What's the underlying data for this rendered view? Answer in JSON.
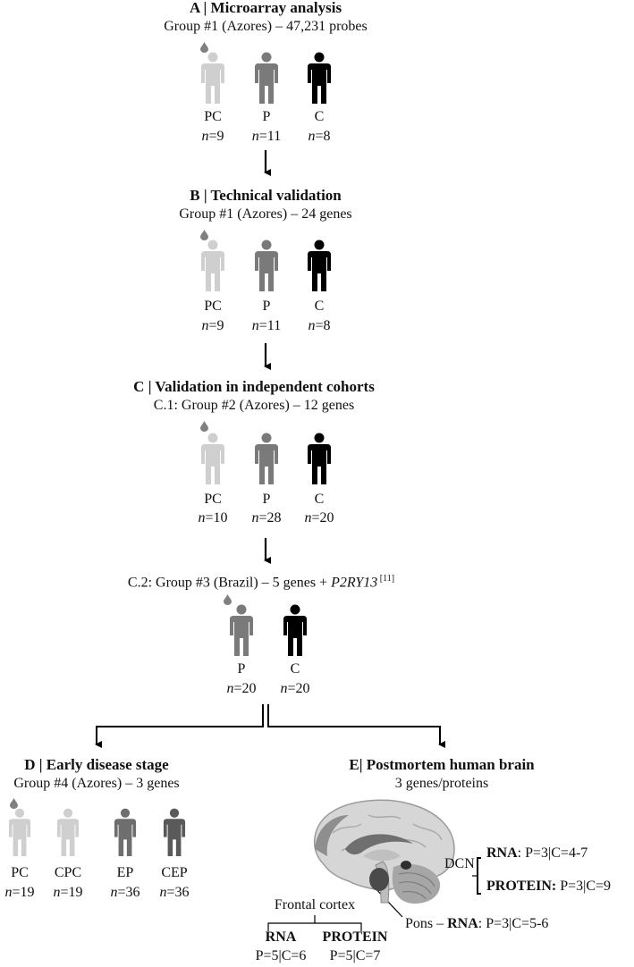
{
  "colors": {
    "pc": "#cfcfcf",
    "p": "#7a7a7a",
    "c": "#000000",
    "ep": "#6e6e6e",
    "cep": "#5a5a5a",
    "drop": "#808080"
  },
  "sectionA": {
    "title": "A | Microarray analysis",
    "subtitle": "Group #1 (Azores) – 47,231 probes",
    "groups": [
      {
        "label": "PC",
        "n": "=9"
      },
      {
        "label": "P",
        "n": "=11"
      },
      {
        "label": "C",
        "n": "=8"
      }
    ]
  },
  "sectionB": {
    "title": "B | Technical validation",
    "subtitle": "Group #1 (Azores) – 24 genes",
    "groups": [
      {
        "label": "PC",
        "n": "=9"
      },
      {
        "label": "P",
        "n": "=11"
      },
      {
        "label": "C",
        "n": "=8"
      }
    ]
  },
  "sectionC": {
    "title": "C | Validation in independent cohorts",
    "subtitle": "C.1: Group #2 (Azores) – 12 genes",
    "groups": [
      {
        "label": "PC",
        "n": "=10"
      },
      {
        "label": "P",
        "n": "=28"
      },
      {
        "label": "C",
        "n": "=20"
      }
    ]
  },
  "sectionC2": {
    "subtitle_prefix": "C.2: Group #3 (Brazil) – 5 genes + ",
    "gene": "P2RY13",
    "ref": " [11]",
    "groups": [
      {
        "label": "P",
        "n": "=20"
      },
      {
        "label": "C",
        "n": "=20"
      }
    ]
  },
  "sectionD": {
    "title": "D | Early disease stage",
    "subtitle": "Group #4 (Azores) – 3 genes",
    "groups": [
      {
        "label": "PC",
        "n": "=19"
      },
      {
        "label": "CPC",
        "n": "=19"
      },
      {
        "label": "EP",
        "n": "=36"
      },
      {
        "label": "CEP",
        "n": "=36"
      }
    ]
  },
  "sectionE": {
    "title": "E| Postmortem human brain",
    "subtitle": "3 genes/proteins",
    "dcn": "DCN",
    "dcn_rna_label": "RNA",
    "dcn_rna_value": ": P=3|C=4-7",
    "dcn_protein_label": "PROTEIN:",
    "dcn_protein_value": " P=3|C=9",
    "frontal": "Frontal cortex",
    "pons_prefix": "Pons – ",
    "pons_rna_label": "RNA",
    "pons_rna_value": ": P=3|C=5-6",
    "fc_rna_label": "RNA",
    "fc_rna_value": "P=5|C=6",
    "fc_protein_label": "PROTEIN",
    "fc_protein_value": "P=5|C=7"
  },
  "n_symbol": "n"
}
